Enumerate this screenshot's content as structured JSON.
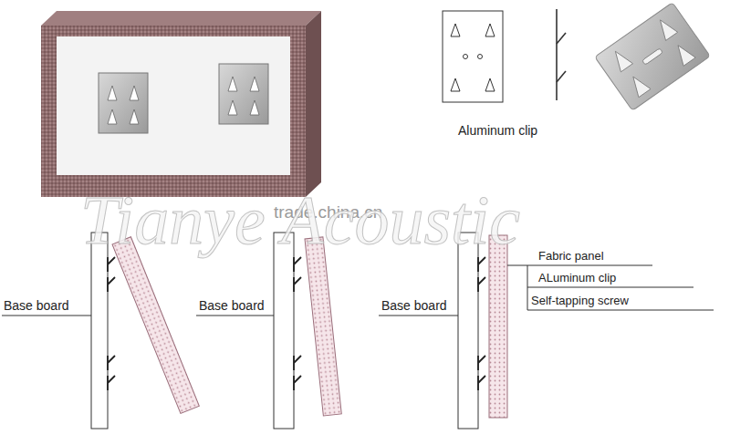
{
  "diagram": {
    "labels": [
      "Aluminum clip",
      "trade.china.cn",
      "Tianye Acoustic",
      "Base board",
      "Base board",
      "Base board",
      "Fabric panel",
      "ALuminum clip",
      "Self-tapping screw"
    ]
  }
}
